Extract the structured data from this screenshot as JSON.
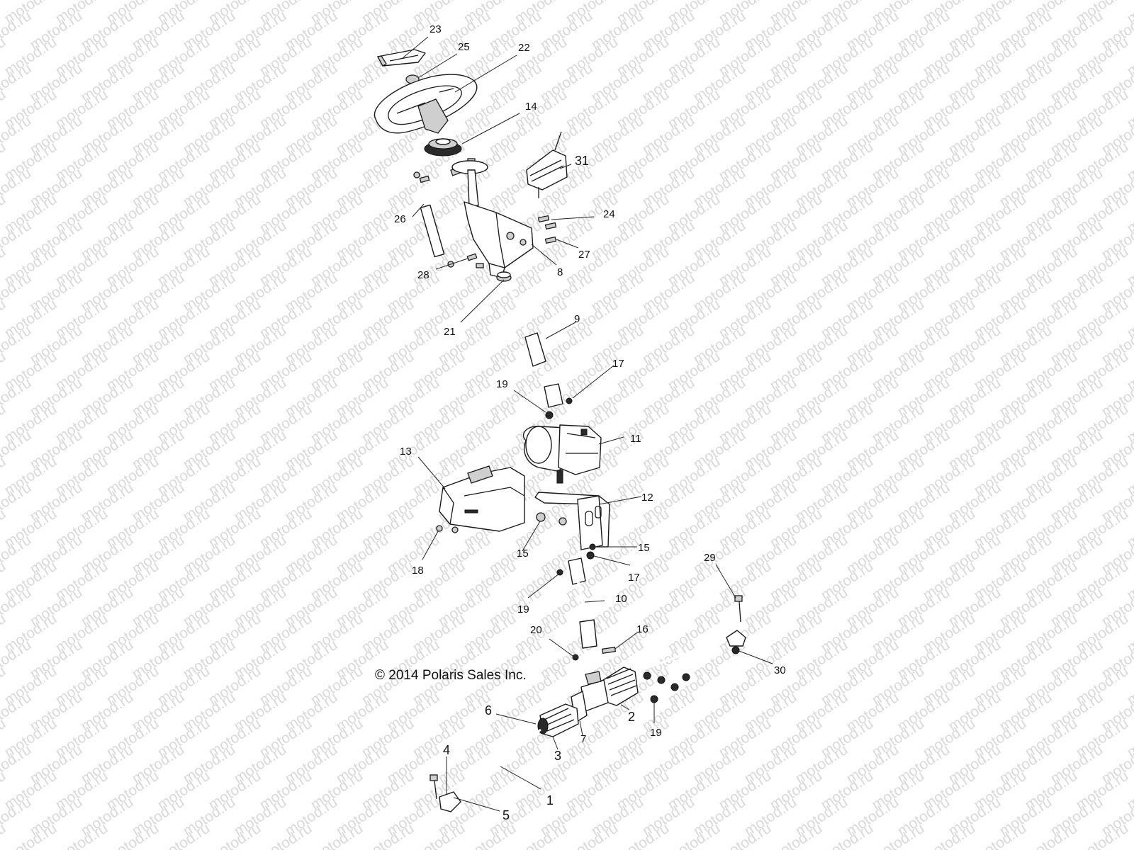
{
  "watermark": "motod.ru",
  "copyright": "© 2014 Polaris Sales Inc.",
  "callouts": {
    "c23": "23",
    "c25": "25",
    "c22": "22",
    "c14": "14",
    "c31": "31",
    "c26": "26",
    "c24": "24",
    "c27": "27",
    "c28": "28",
    "c8": "8",
    "c21": "21",
    "c9": "9",
    "c17a": "17",
    "c19a": "19",
    "c11": "11",
    "c13": "13",
    "c12": "12",
    "c15a": "15",
    "c15b": "15",
    "c18": "18",
    "c17b": "17",
    "c19b": "19",
    "c10": "10",
    "c29": "29",
    "c20": "20",
    "c16": "16",
    "c30": "30",
    "c6": "6",
    "c2": "2",
    "c7": "7",
    "c3": "3",
    "c19c": "19",
    "c4": "4",
    "c1": "1",
    "c5": "5"
  }
}
